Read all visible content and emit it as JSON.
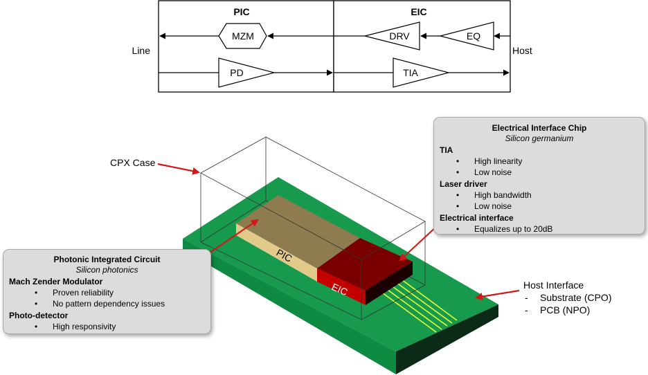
{
  "block_diagram": {
    "pic_label": "PIC",
    "eic_label": "EIC",
    "line_label": "Line",
    "host_label": "Host",
    "mzm": "MZM",
    "drv": "DRV",
    "eq": "EQ",
    "pd": "PD",
    "tia": "TIA"
  },
  "chip_3d": {
    "pic_label": "PIC",
    "eic_label": "EIC"
  },
  "callouts": {
    "cpx_case": "CPX Case",
    "host_interface": {
      "title": "Host Interface",
      "items": [
        {
          "dash": "-",
          "text": "Substrate (CPO)"
        },
        {
          "dash": "-",
          "text": "PCB (NPO)"
        }
      ]
    }
  },
  "eic_box": {
    "title": "Electrical Interface Chip",
    "subtitle": "Silicon germanium",
    "sections": [
      {
        "heading": "TIA",
        "items": [
          "High linearity",
          "Low noise"
        ]
      },
      {
        "heading": "Laser driver",
        "items": [
          "High bandwidth",
          "Low noise"
        ]
      },
      {
        "heading": "Electrical interface",
        "items": [
          "Equalizes up to 20dB"
        ]
      }
    ]
  },
  "pic_box": {
    "title": "Photonic Integrated Circuit",
    "subtitle": "Silicon photonics",
    "sections": [
      {
        "heading": "Mach Zender Modulator",
        "items": [
          "Proven reliability",
          "No pattern dependency issues"
        ]
      },
      {
        "heading": "Photo-detector",
        "items": [
          "High responsivity"
        ]
      }
    ]
  },
  "colors": {
    "substrate_top": "#189a4e",
    "substrate_front": "#0e8a43",
    "substrate_side": "#0b2a18",
    "pic_top": "#8e7b50",
    "pic_front": "#e2cb8a",
    "eic_top": "#7a0000",
    "eic_front": "#c40000",
    "callout_arrow": "#d01a1a",
    "host_lines": "#e6ff2e"
  }
}
